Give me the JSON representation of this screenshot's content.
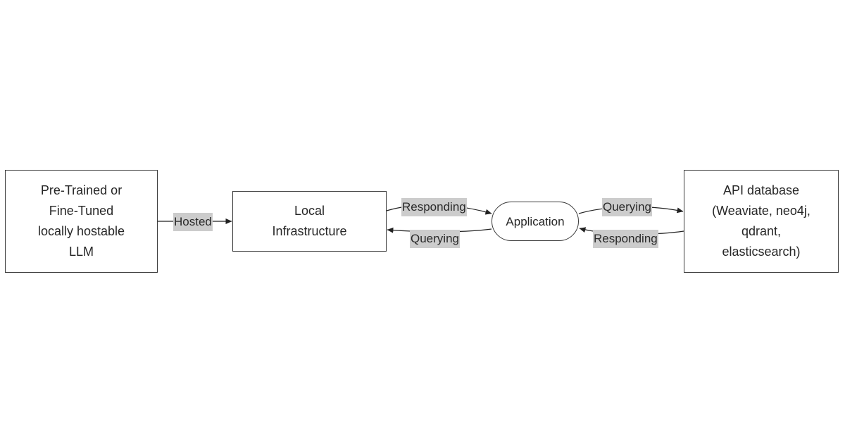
{
  "nodes": {
    "llm": {
      "lines": [
        "Pre-Trained or",
        "Fine-Tuned",
        "locally hostable",
        "LLM"
      ]
    },
    "infrastructure": {
      "lines": [
        "Local",
        "Infrastructure"
      ]
    },
    "application": {
      "label": "Application"
    },
    "database": {
      "lines": [
        "API database",
        "(Weaviate, neo4j,",
        "qdrant,",
        "elasticsearch)"
      ]
    }
  },
  "edges": {
    "hosted": "Hosted",
    "infra_to_app": "Responding",
    "app_to_infra": "Querying",
    "app_to_db": "Querying",
    "db_to_app": "Responding"
  },
  "colors": {
    "label_background": "#cccccc",
    "stroke": "#3a3a3a",
    "text": "#262626"
  }
}
